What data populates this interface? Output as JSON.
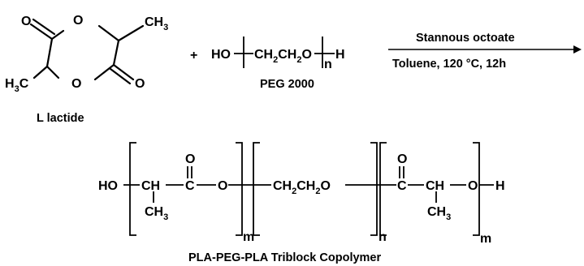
{
  "reaction": {
    "lactide": {
      "name": "L lactide",
      "ring_oxygen": "O",
      "carbonyl_oxygen": "O",
      "methyl_top": "CH",
      "methyl_top_sub": "3",
      "methyl_left": "H",
      "methyl_left_sub": "3",
      "methyl_left_c": "C"
    },
    "plus_sign": "+",
    "peg": {
      "end_group_left": "HO",
      "repeat_1": "CH",
      "repeat_1_sub": "2",
      "repeat_2": "CH",
      "repeat_2_sub": "2",
      "repeat_o": "O",
      "repeat_count": "n",
      "end_group_right": "H",
      "name": "PEG 2000"
    },
    "conditions": {
      "catalyst": "Stannous octoate",
      "solvent_temp_time": "Toluene, 120 °C, 12h"
    }
  },
  "product": {
    "end_group_left": "HO",
    "ch": "CH",
    "c": "C",
    "o": "O",
    "methyl": "CH",
    "methyl_sub": "3",
    "peg_ch": "CH",
    "peg_sub": "2",
    "count_m": "m",
    "count_n": "n",
    "end_group_right": "H",
    "name": "PLA-PEG-PLA Triblock Copolymer"
  }
}
